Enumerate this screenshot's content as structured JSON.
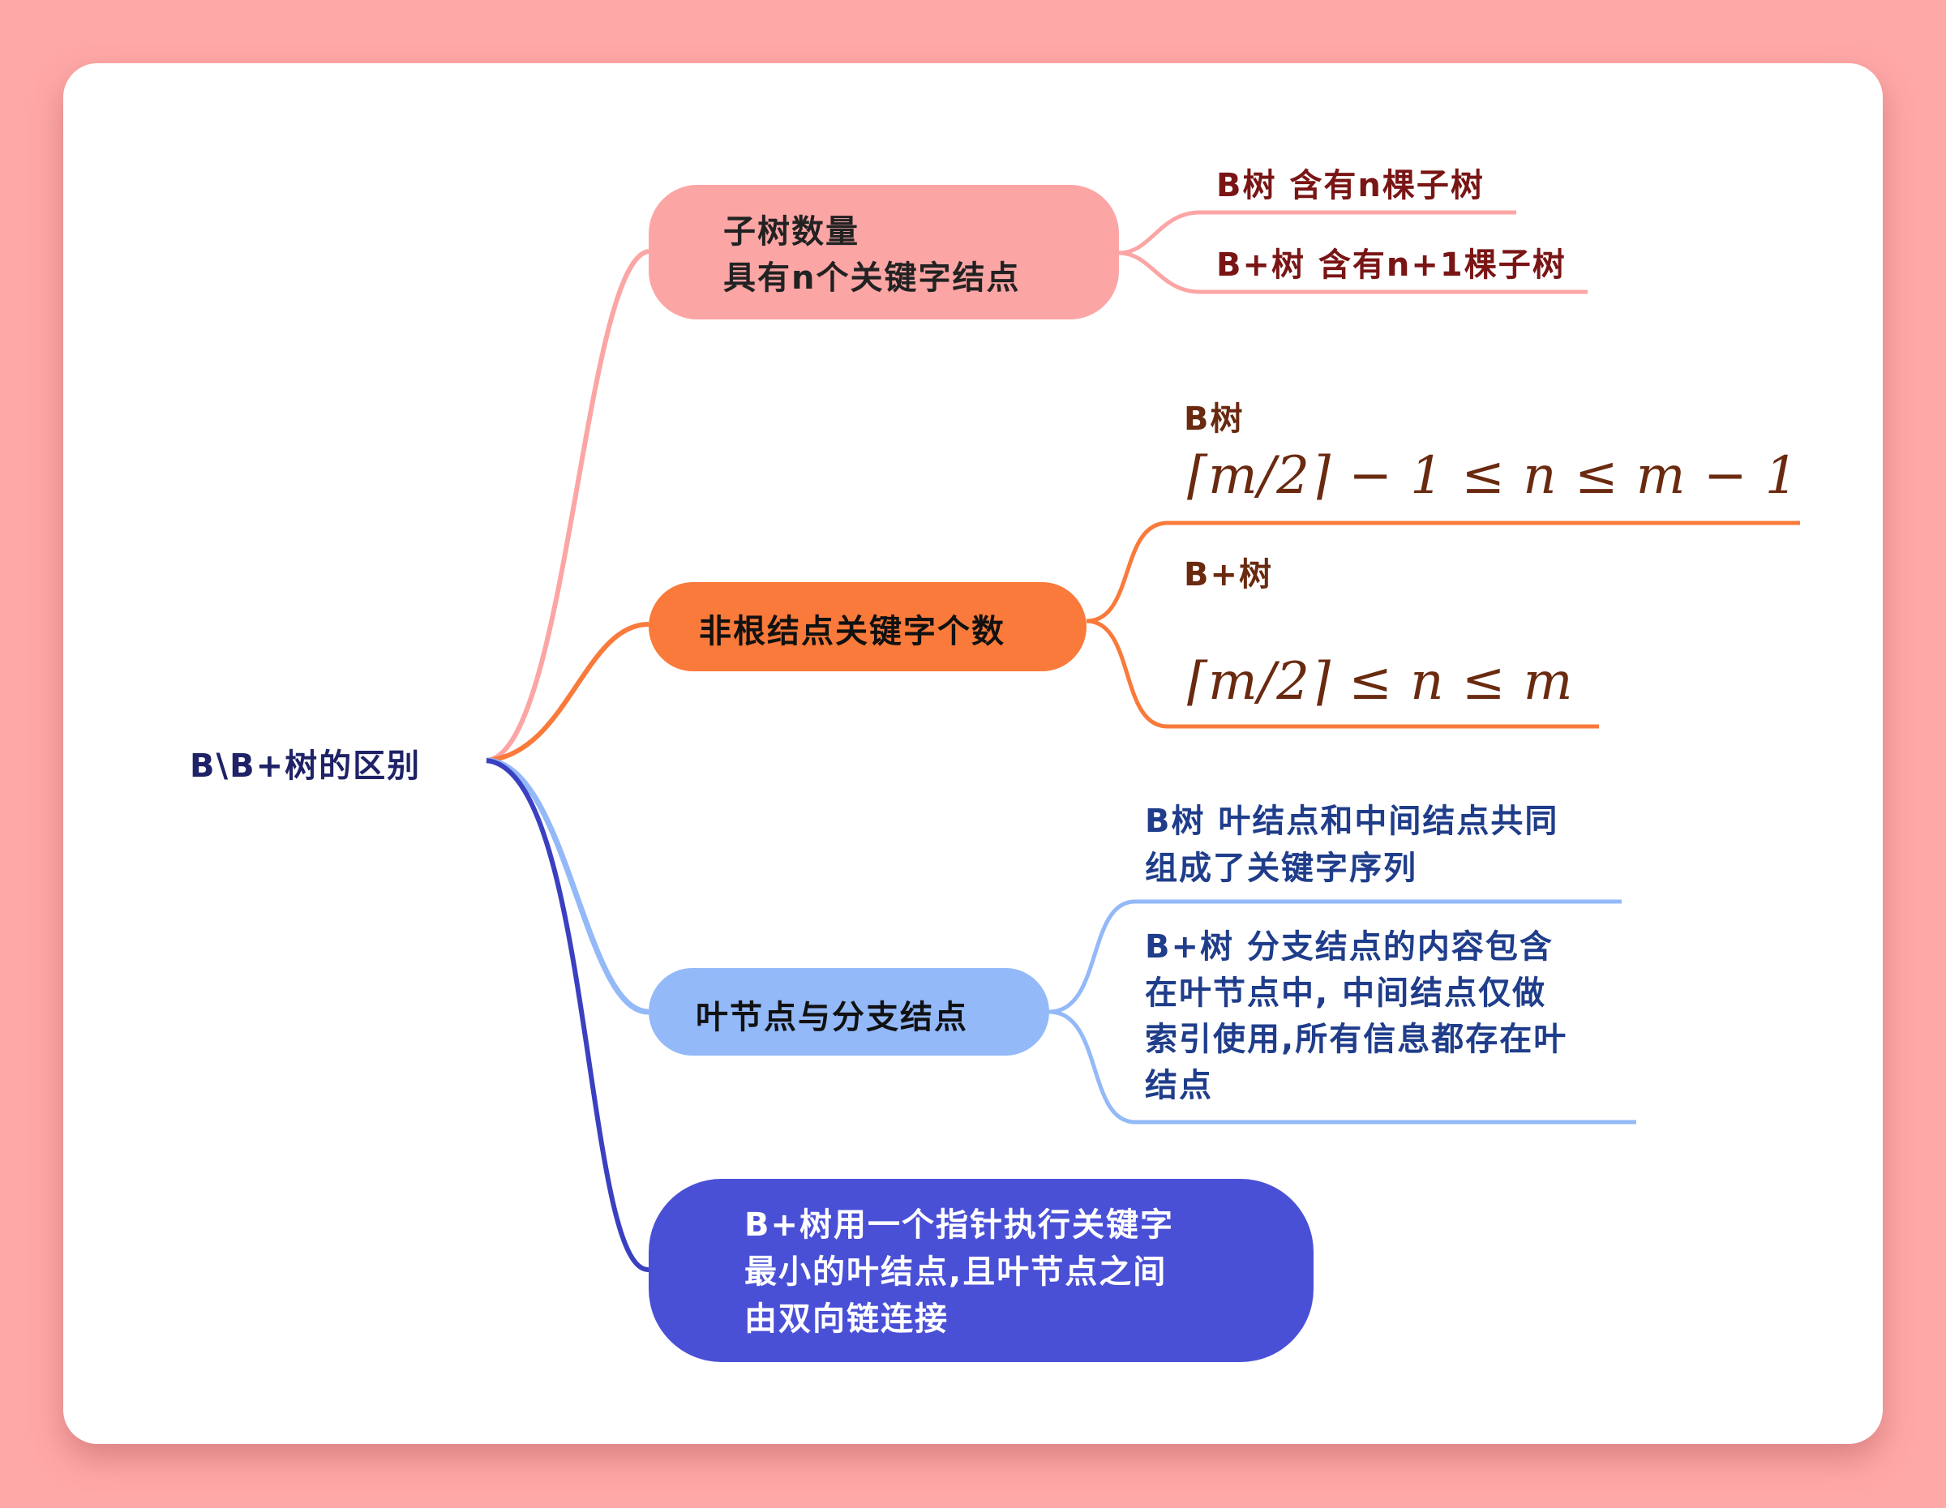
{
  "root": {
    "label": "B\\B+树的区别"
  },
  "branches": [
    {
      "label": "子树数量\n具有n个关键字结点",
      "color": "#fca5a5",
      "children": [
        {
          "label": "B树 含有n棵子树"
        },
        {
          "label": "B+树 含有n+1棵子树"
        }
      ]
    },
    {
      "label": "非根结点关键字个数",
      "color": "#f97a3a",
      "children": [
        {
          "label": "B树",
          "formula": "⌈m/2⌉ − 1 ≤ n ≤ m − 1"
        },
        {
          "label": "B+树",
          "formula": "⌈m/2⌉ ≤ n ≤ m"
        }
      ]
    },
    {
      "label": "叶节点与分支结点",
      "color": "#93b9f8",
      "children": [
        {
          "label": "B树 叶结点和中间结点共同\n组成了关键字序列"
        },
        {
          "label": "B+树 分支结点的内容包含\n在叶节点中, 中间结点仅做\n索引使用,所有信息都存在叶\n结点"
        }
      ]
    },
    {
      "label": "B+树用一个指针执行关键字\n最小的叶结点,且叶节点之间\n由双向链连接",
      "color": "#4a50d6",
      "children": []
    }
  ]
}
